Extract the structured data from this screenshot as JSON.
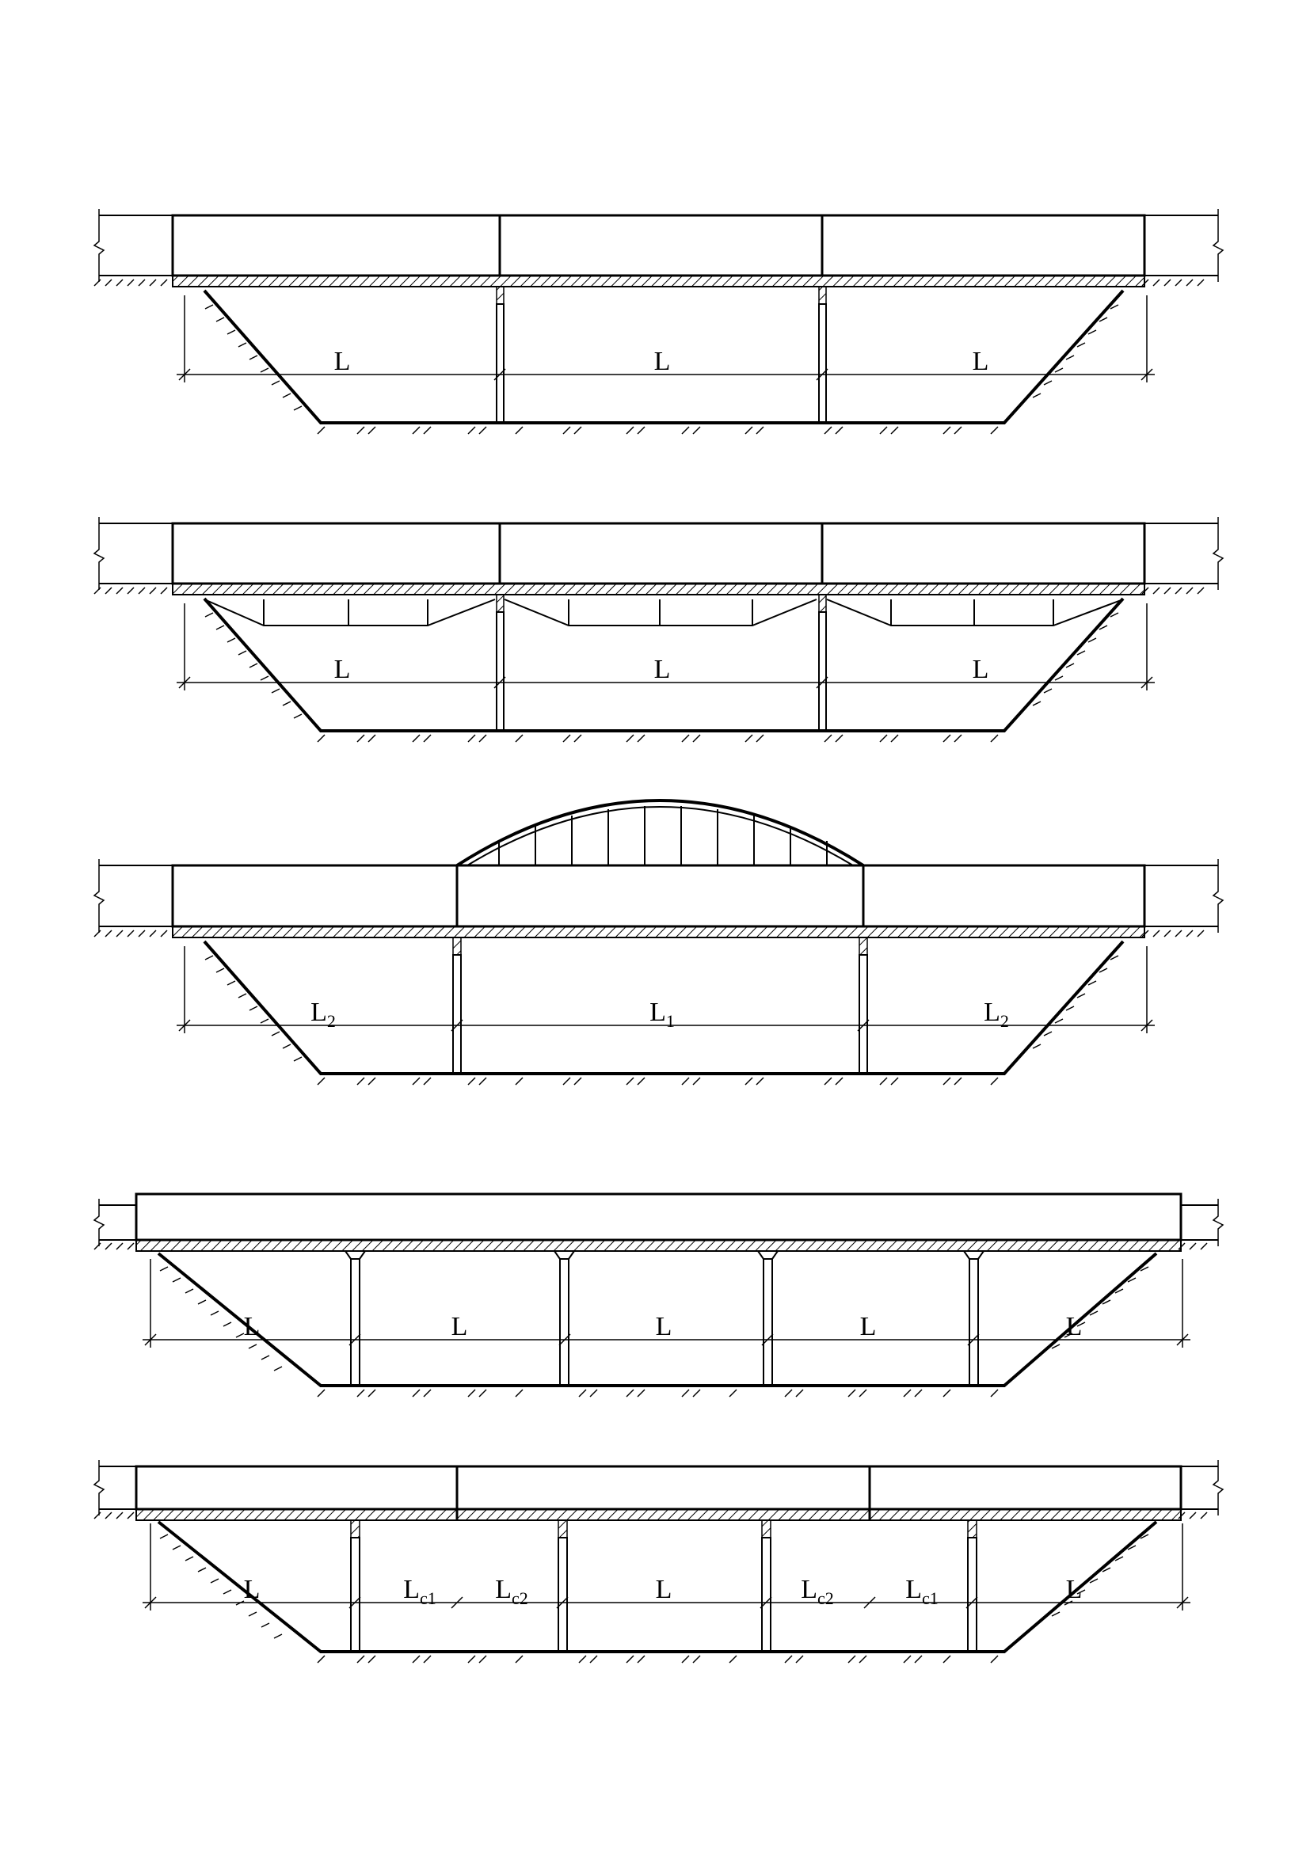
{
  "diagrams": [
    {
      "id": "continuous-3-span",
      "spans": [
        {
          "base": "L"
        },
        {
          "base": "L"
        },
        {
          "base": "L"
        }
      ]
    },
    {
      "id": "cantilever-3-span",
      "spans": [
        {
          "base": "L"
        },
        {
          "base": "L"
        },
        {
          "base": "L"
        }
      ]
    },
    {
      "id": "arch-center-span",
      "spans": [
        {
          "base": "L",
          "sub": "2"
        },
        {
          "base": "L",
          "sub": "1"
        },
        {
          "base": "L",
          "sub": "2"
        }
      ]
    },
    {
      "id": "frame-5-span",
      "spans": [
        {
          "base": "L"
        },
        {
          "base": "L"
        },
        {
          "base": "L"
        },
        {
          "base": "L"
        },
        {
          "base": "L"
        }
      ]
    },
    {
      "id": "gerber-hinged-spans",
      "spans": [
        {
          "base": "L"
        },
        {
          "base": "L",
          "sub": "c1"
        },
        {
          "base": "L",
          "sub": "c2"
        },
        {
          "base": "L"
        },
        {
          "base": "L",
          "sub": "c2"
        },
        {
          "base": "L",
          "sub": "c1"
        },
        {
          "base": "L"
        }
      ]
    }
  ],
  "colors": {
    "line": "#000000",
    "background": "#ffffff"
  }
}
